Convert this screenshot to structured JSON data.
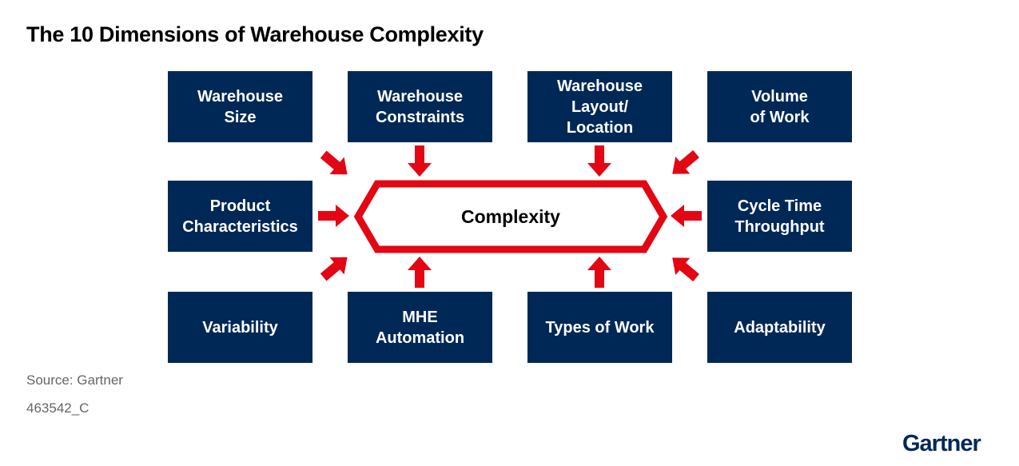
{
  "title": "The 10 Dimensions of Warehouse Complexity",
  "center": "Complexity",
  "dimensions": [
    "Warehouse\nSize",
    "Warehouse\nConstraints",
    "Warehouse\nLayout/\nLocation",
    "Volume\nof Work",
    "Product\nCharacteristics",
    "Cycle Time\nThroughput",
    "Variability",
    "MHE\nAutomation",
    "Types of Work",
    "Adaptability"
  ],
  "source": "Source: Gartner",
  "doc_id": "463542_C",
  "logo": "Gartner",
  "colors": {
    "box_fill": "#002856",
    "accent_red": "#e30613",
    "text_gray": "#666666"
  }
}
